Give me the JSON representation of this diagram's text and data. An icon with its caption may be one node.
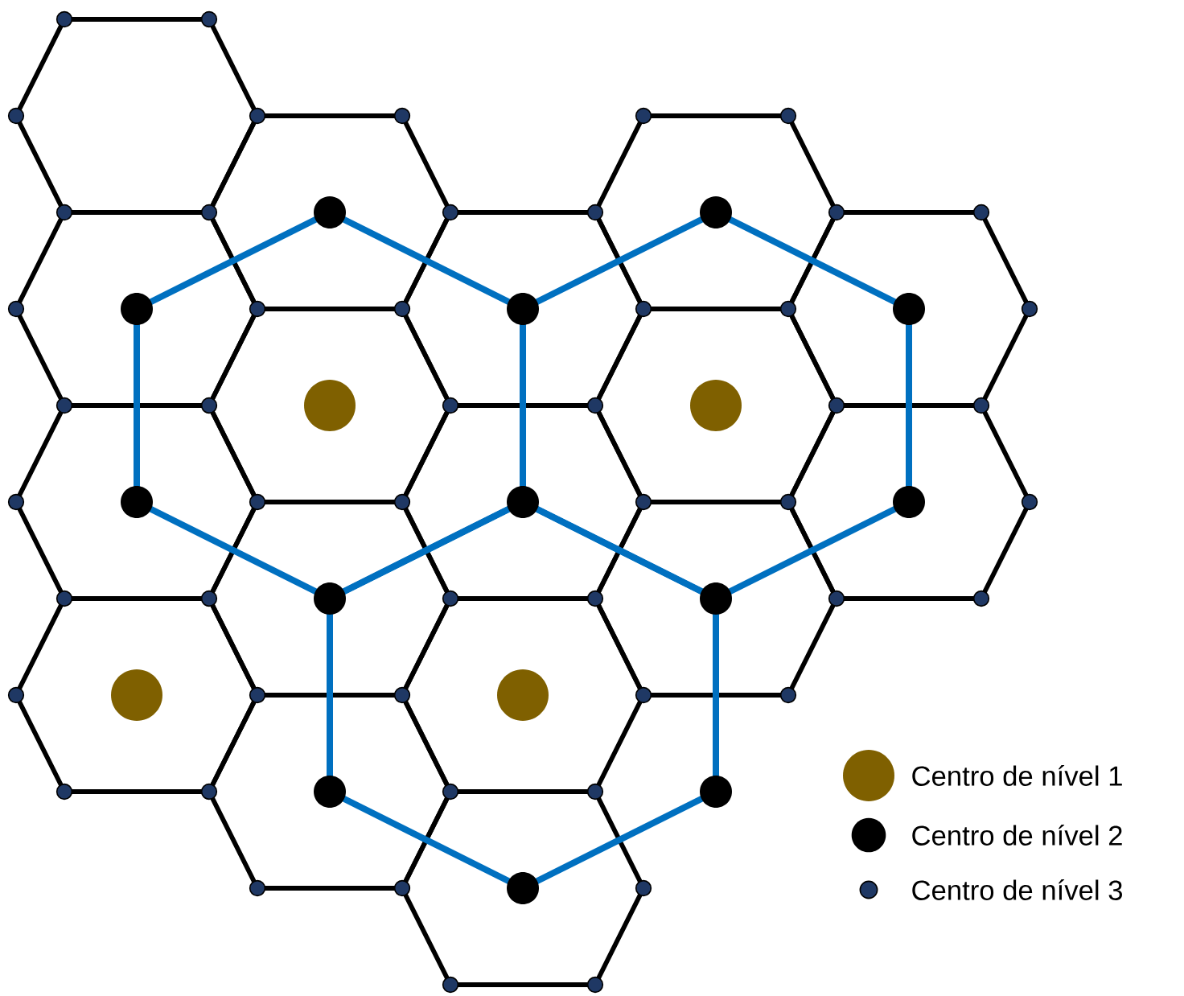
{
  "diagram": {
    "legend": [
      {
        "text": "Centro de nível 1",
        "color": "#7f6000"
      },
      {
        "text": "Centro de nível 2",
        "color": "#000000"
      },
      {
        "text": "Centro de nível 3",
        "color": "#1f3864"
      }
    ]
  }
}
